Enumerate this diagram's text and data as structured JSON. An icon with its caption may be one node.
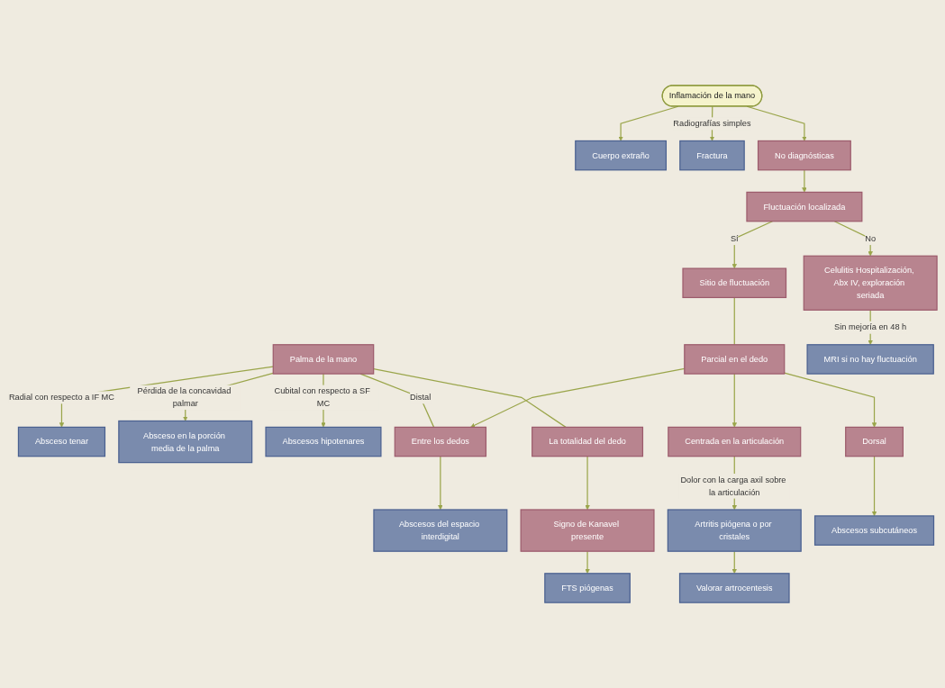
{
  "diagram": {
    "nodes": [
      {
        "text": [
          "Inflamación de la mano"
        ]
      },
      {
        "text": [
          "No diagnósticas"
        ]
      },
      {
        "text": [
          "Fractura"
        ]
      },
      {
        "text": [
          "Cuerpo extraño"
        ]
      },
      {
        "text": [
          "Fluctuación localizada"
        ]
      },
      {
        "text": [
          "Abscesos hipotenares"
        ]
      },
      {
        "text": [
          "Celulitis Hospitalización, Abx IV, exploración seriada"
        ]
      },
      {
        "text": [
          "Sitio de fluctuación"
        ]
      },
      {
        "text": [
          "Palma de la mano"
        ]
      },
      {
        "text": [
          "Absceso en la porción media de la palma"
        ]
      },
      {
        "text": [
          "La totalidad del dedo"
        ]
      },
      {
        "text": [
          "Parcial en el dedo"
        ]
      },
      {
        "text": [
          "MRI si no hay fluctuación"
        ]
      },
      {
        "text": [
          "Signo de Kanavel presente"
        ]
      },
      {
        "text": [
          "Dorsal"
        ]
      },
      {
        "text": [
          "Centrada en la articulación"
        ]
      },
      {
        "text": [
          "Entre los dedos"
        ]
      },
      {
        "text": [
          "Absceso tenar"
        ]
      },
      {
        "text": [
          "FTS piógenas"
        ]
      },
      {
        "text": [
          "Abscesos subcutáneos"
        ]
      },
      {
        "text": [
          "Abscesos del espacio interdigital"
        ]
      },
      {
        "text": [
          "Artritis piógena o por cristales"
        ]
      },
      {
        "text": [
          "Valorar artrocentesis"
        ]
      }
    ],
    "edges": [
      {
        "from": 0,
        "to": 1,
        "arrow": "to"
      },
      {
        "from": 0,
        "to": 2,
        "arrow": "to",
        "label": "Radiografías simples"
      },
      {
        "from": 0,
        "to": 3,
        "arrow": "to"
      },
      {
        "from": 1,
        "to": 4,
        "arrow": "to"
      },
      {
        "from": 4,
        "to": 6,
        "arrow": "to",
        "label": "No"
      },
      {
        "from": 4,
        "to": 7,
        "arrow": "to",
        "label": "Sí"
      },
      {
        "from": 7,
        "to": 11,
        "arrow": "none"
      },
      {
        "from": 8,
        "to": 10,
        "arrow": "none"
      },
      {
        "from": 8,
        "to": 16,
        "arrow": "none",
        "label": "Distal"
      },
      {
        "from": 8,
        "to": 5,
        "arrow": "to",
        "label": "Cubital con respecto a SF MC"
      },
      {
        "from": 8,
        "to": 9,
        "arrow": "to",
        "label": "Pérdida de la concavidad palmar"
      },
      {
        "from": 8,
        "to": 17,
        "arrow": "to",
        "label": "Radial con respecto a IF MC"
      },
      {
        "from": 6,
        "to": 12,
        "arrow": "to",
        "label": "Sin mejoría en 48 h"
      },
      {
        "from": 10,
        "to": 13,
        "arrow": "to"
      },
      {
        "from": 13,
        "to": 18,
        "arrow": "to"
      },
      {
        "from": 11,
        "to": 14,
        "arrow": "to"
      },
      {
        "from": 11,
        "to": 15,
        "arrow": "to"
      },
      {
        "from": 11,
        "to": 16,
        "arrow": "to"
      },
      {
        "from": 14,
        "to": 19,
        "arrow": "to"
      },
      {
        "from": 15,
        "to": 21,
        "arrow": "to",
        "label": "Dolor con la carga axil sobre la articulación"
      },
      {
        "from": 16,
        "to": 20,
        "arrow": "to"
      },
      {
        "from": 21,
        "to": 22,
        "arrow": "to"
      }
    ]
  }
}
